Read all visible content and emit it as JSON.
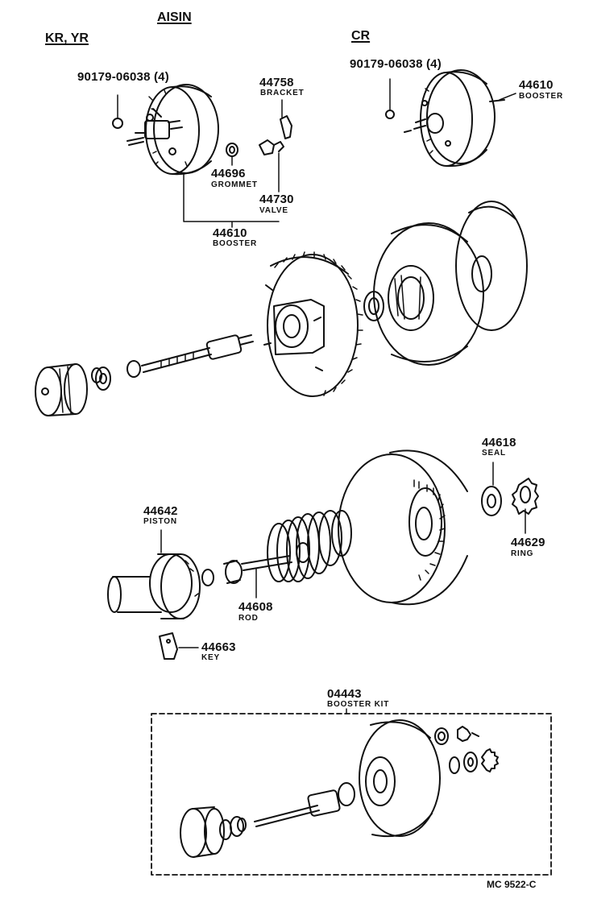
{
  "headers": {
    "maker": "AISIN",
    "left_variant": "KR, YR",
    "right_variant": "CR"
  },
  "parts": {
    "nut_left": {
      "number": "90179-06038 (4)"
    },
    "nut_right": {
      "number": "90179-06038 (4)"
    },
    "bracket": {
      "number": "44758",
      "name": "BRACKET"
    },
    "grommet": {
      "number": "44696",
      "name": "GROMMET"
    },
    "valve": {
      "number": "44730",
      "name": "VALVE"
    },
    "booster_left": {
      "number": "44610",
      "name": "BOOSTER"
    },
    "booster_right": {
      "number": "44610",
      "name": "BOOSTER"
    },
    "seal": {
      "number": "44618",
      "name": "SEAL"
    },
    "ring": {
      "number": "44629",
      "name": "RING"
    },
    "piston": {
      "number": "44642",
      "name": "PISTON"
    },
    "rod": {
      "number": "44608",
      "name": "ROD"
    },
    "key": {
      "number": "44663",
      "name": "KEY"
    },
    "booster_kit": {
      "number": "04443",
      "name": "BOOSTER KIT"
    }
  },
  "figure_code": "MC 9522-C"
}
